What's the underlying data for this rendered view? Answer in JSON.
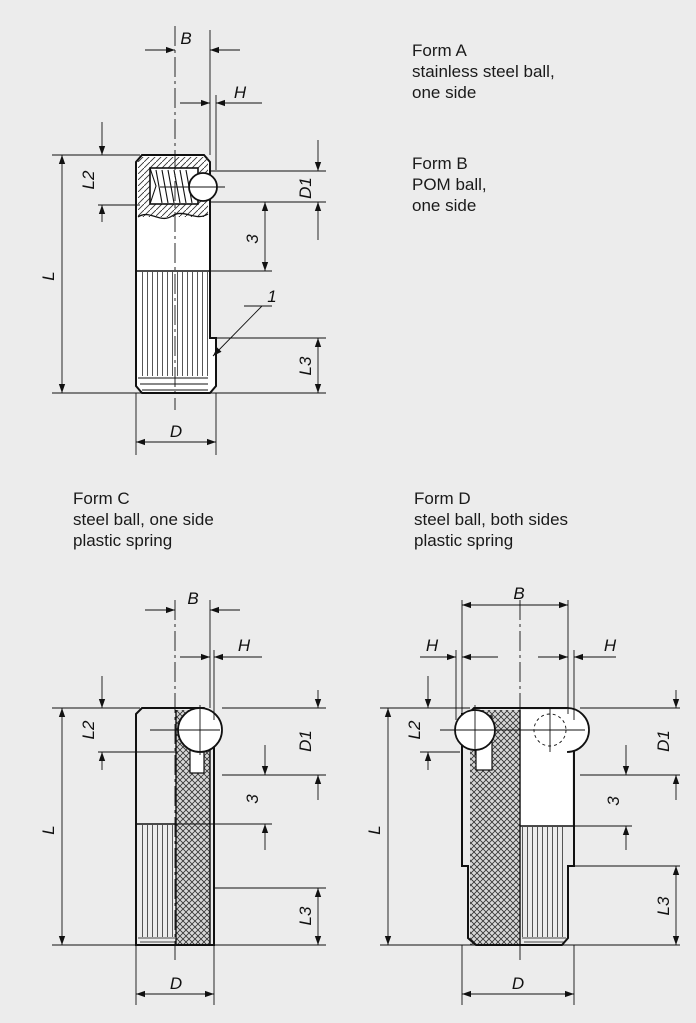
{
  "captions": {
    "form_a": {
      "title": "Form A",
      "line1": "stainless steel ball,",
      "line2": "one side"
    },
    "form_b": {
      "title": "Form B",
      "line1": "POM ball,",
      "line2": "one side"
    },
    "form_c": {
      "title": "Form C",
      "line1": "steel ball, one side",
      "line2": "plastic spring"
    },
    "form_d": {
      "title": "Form D",
      "line1": "steel ball, both sides",
      "line2": "plastic spring"
    }
  },
  "dimensions": {
    "B": "B",
    "H": "H",
    "L": "L",
    "L2": "L2",
    "L3": "L3",
    "D": "D",
    "D1": "D1",
    "three": "3",
    "one": "1"
  },
  "colors": {
    "background": "#ececec",
    "line": "#111111",
    "hatch_fill": "#d8d8d8"
  }
}
